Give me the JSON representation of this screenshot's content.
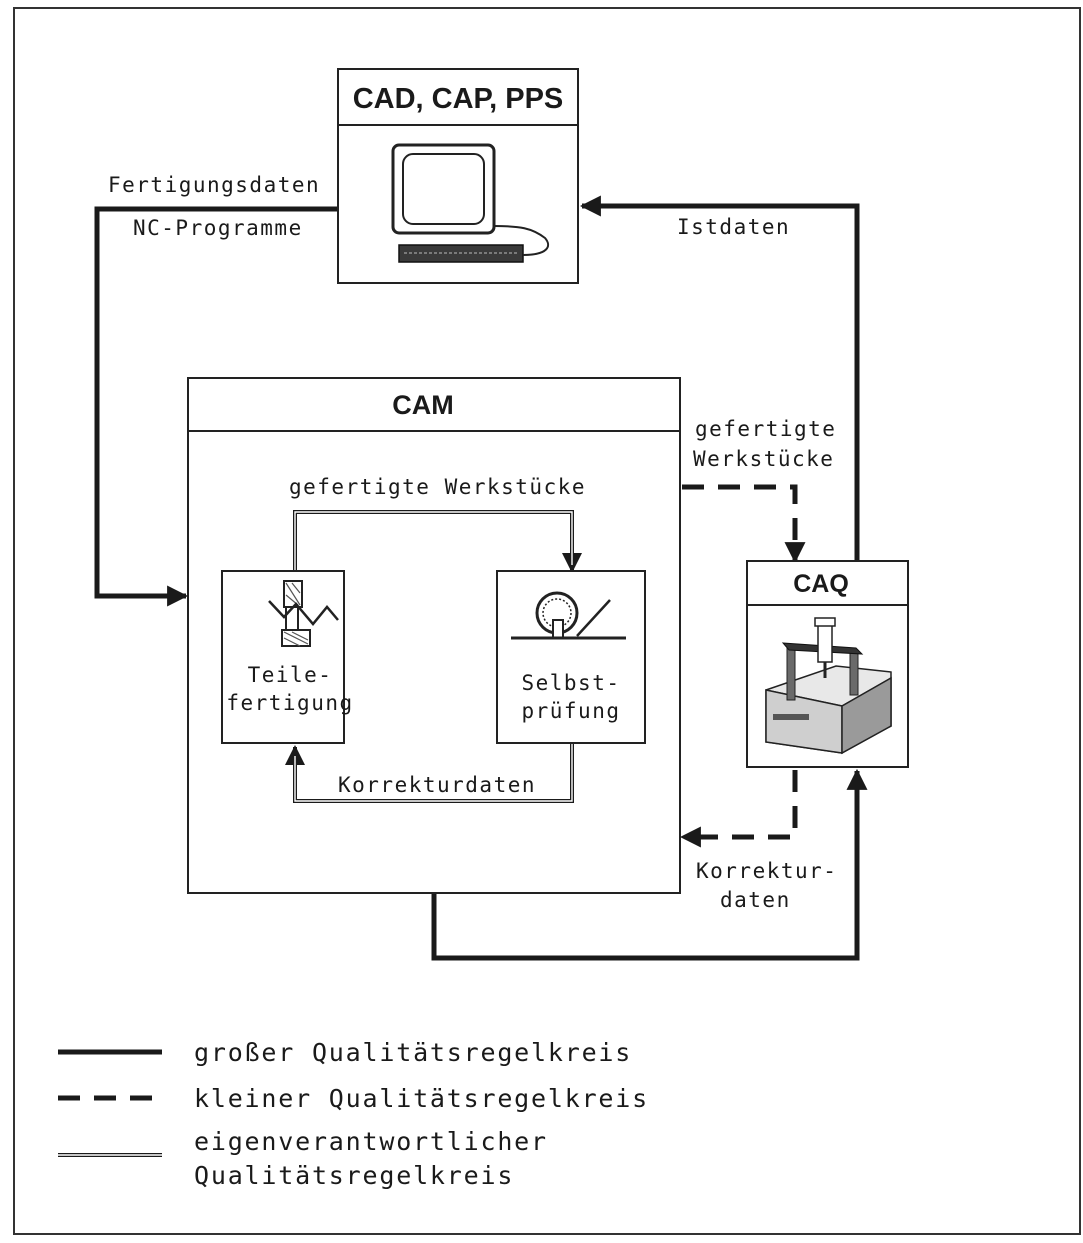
{
  "boxes": {
    "cad": {
      "title": "CAD, CAP, PPS",
      "icon": "computer-terminal-icon"
    },
    "cam": {
      "title": "CAM"
    },
    "caq": {
      "title": "CAQ",
      "icon": "coordinate-measuring-machine-icon"
    },
    "teilefertigung": {
      "line1": "Teile-",
      "line2": "fertigung",
      "icon": "machining-tool-icon"
    },
    "selbstpruefung": {
      "line1": "Selbst-",
      "line2": "prüfung",
      "icon": "measuring-gauge-icon"
    }
  },
  "labels": {
    "fertigungsdaten": "Fertigungsdaten",
    "nc_programme": "NC-Programme",
    "istdaten": "Istdaten",
    "gefertigte_werkstuecke_outer_1": "gefertigte",
    "gefertigte_werkstuecke_outer_2": "Werkstücke",
    "gefertigte_werkstuecke_inner": "gefertigte Werkstücke",
    "korrekturdaten_inner": "Korrekturdaten",
    "korrekturdaten_outer_1": "Korrektur-",
    "korrekturdaten_outer_2": "daten"
  },
  "legend": {
    "solid": "großer Qualitätsregelkreis",
    "dashed": "kleiner Qualitätsregelkreis",
    "double_1": "eigenverantwortlicher",
    "double_2": "Qualitätsregelkreis"
  }
}
